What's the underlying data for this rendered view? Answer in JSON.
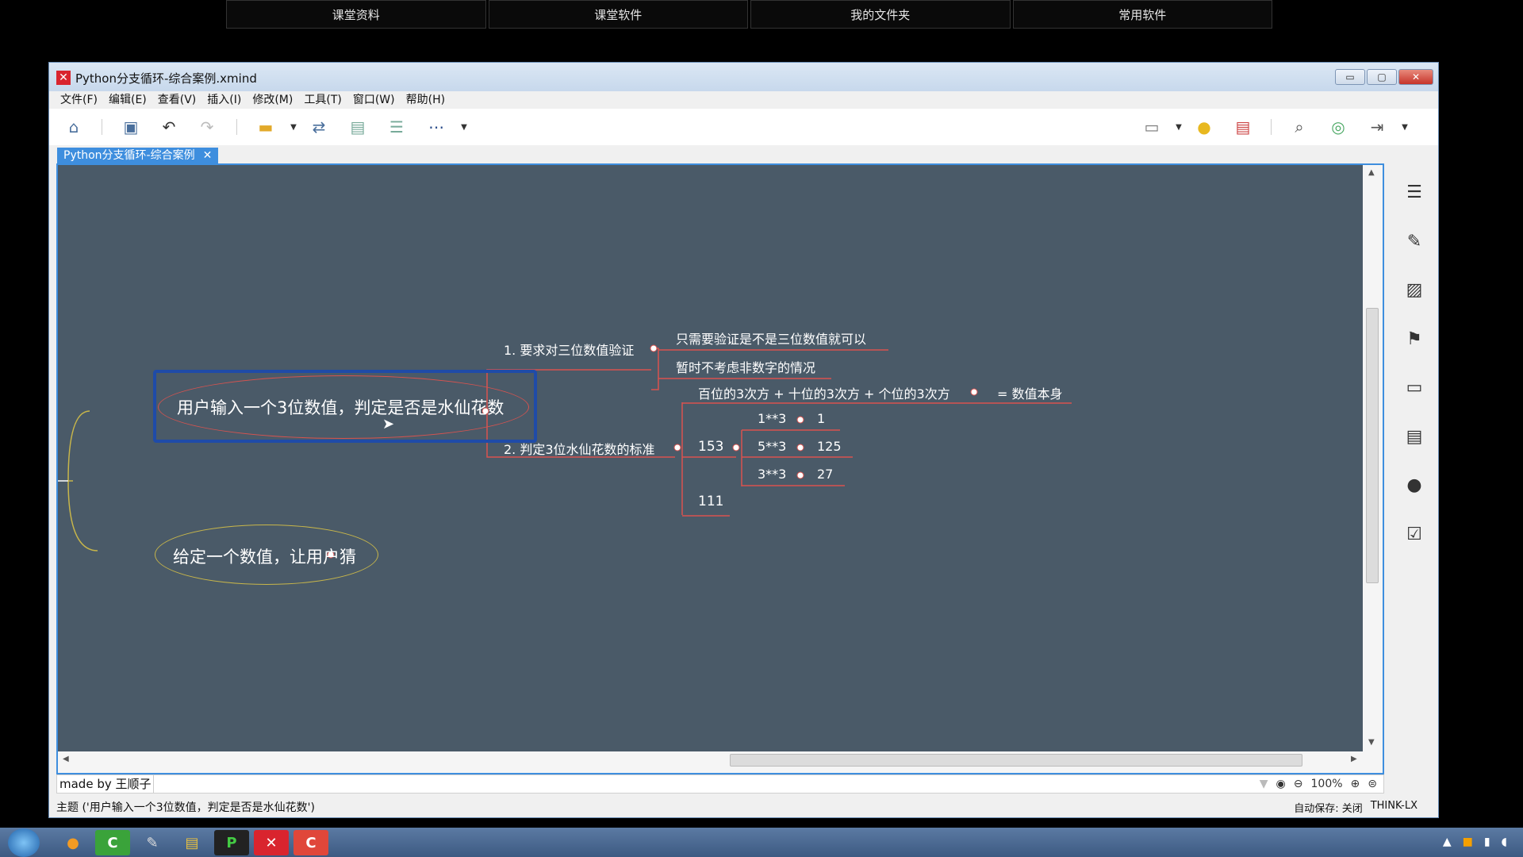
{
  "top_tabs": [
    "课堂资料",
    "课堂软件",
    "我的文件夹",
    "常用软件"
  ],
  "window": {
    "title": "Python分支循环-综合案例.xmind",
    "min": "▭",
    "max": "▢",
    "close": "✕"
  },
  "menu": [
    "文件(F)",
    "编辑(E)",
    "查看(V)",
    "插入(I)",
    "修改(M)",
    "工具(T)",
    "窗口(W)",
    "帮助(H)"
  ],
  "toolbar_icons": [
    "home-icon",
    "save-icon",
    "undo-icon",
    "redo-icon",
    "topic-icon",
    "relationship-icon",
    "boundary-icon",
    "summary-icon",
    "more-icon",
    "presentation-icon",
    "idea-icon",
    "gantt-icon",
    "search-icon",
    "share-icon",
    "export-icon"
  ],
  "doc_tab": {
    "label": "Python分支循环-综合案例",
    "close": "✕"
  },
  "mindmap": {
    "central_topic": "用户输入一个3位数值，判定是否是水仙花数",
    "second_topic": "给定一个数值，让用户猜",
    "branch1": "1. 要求对三位数值验证",
    "branch1_children": [
      "只需要验证是不是三位数值就可以",
      "暂时不考虑非数字的情况"
    ],
    "branch2": "2. 判定3位水仙花数的标准",
    "formula": "百位的3次方 + 十位的3次方 + 个位的3次方",
    "formula_result": "= 数值本身",
    "example_153": "153",
    "example_111": "111",
    "powers": [
      {
        "expr": "1**3",
        "value": "1"
      },
      {
        "expr": "5**3",
        "value": "125"
      },
      {
        "expr": "3**3",
        "value": "27"
      }
    ]
  },
  "footer": {
    "made_by": "made by 王顺子",
    "zoom": "100%"
  },
  "status": {
    "left": "主题 ('用户输入一个3位数值，判定是否是水仙花数')",
    "autosave": "自动保存: 关闭",
    "machine": "THINK-LX"
  },
  "colors": {
    "canvas": "#4a5a68",
    "accent": "#3e8ede",
    "branch_line": "#d9534f",
    "second_line": "#c8b64a"
  }
}
